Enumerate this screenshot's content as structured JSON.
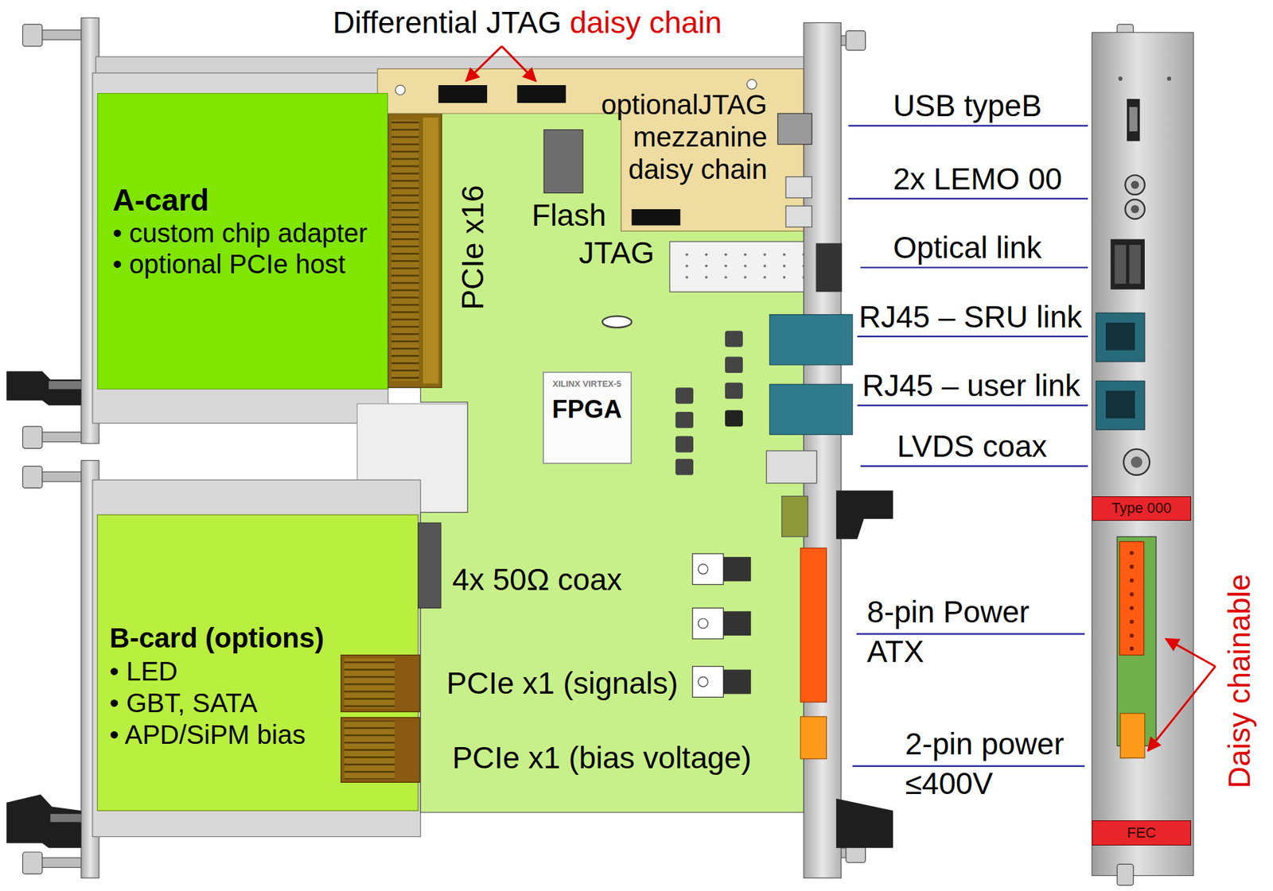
{
  "diagram": {
    "nodes": [
      {
        "text": [
          "A-card",
          "• custom chip adapter",
          "• optional PCIe host"
        ]
      },
      {
        "text": [
          "optionalJTAG mezzanine daisy chain"
        ]
      },
      {
        "text": [
          "XILINX VIRTEX-5",
          "FPGA"
        ]
      },
      {
        "text": [
          "B-card (options)",
          "• LED",
          "• GBT, SATA",
          "• APD/SiPM bias"
        ]
      },
      {
        "text": [
          "Type 000"
        ]
      },
      {
        "text": [
          "FEC"
        ]
      }
    ],
    "labels": [
      "Differential JTAG",
      "daisy chain",
      "PCIe x16",
      "Flash",
      "JTAG",
      "4x 50Ω coax",
      "PCIe x1 (signals)",
      "PCIe x1 (bias voltage)",
      "USB typeB",
      "2x LEMO 00",
      "Optical link",
      "RJ45 – SRU link",
      "RJ45 – user link",
      "LVDS coax",
      "8-pin Power ATX",
      "2-pin power ≤400V",
      "Daisy chainable"
    ]
  }
}
